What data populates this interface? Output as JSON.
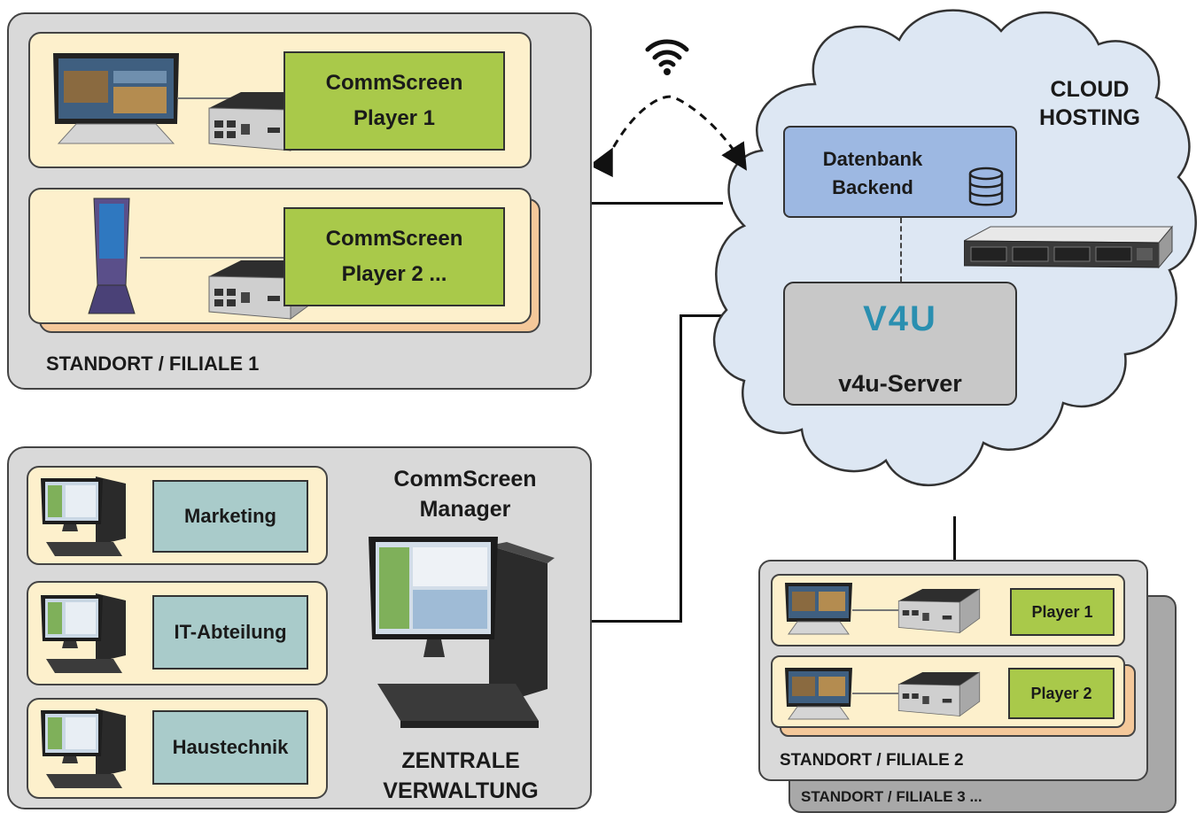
{
  "site1": {
    "label": "STANDORT / FILIALE 1",
    "player1": "CommScreen\nPlayer 1",
    "player2": "CommScreen\nPlayer 2 ..."
  },
  "central": {
    "manager_title": "CommScreen\nManager",
    "label": "ZENTRALE\nVERWALTUNG",
    "departments": [
      "Marketing",
      "IT-Abteilung",
      "Haustechnik"
    ]
  },
  "cloud": {
    "label": "CLOUD\nHOSTING",
    "database": "Datenbank\nBackend",
    "logo": "V4U",
    "server": "v4u-Server"
  },
  "site2": {
    "label": "STANDORT / FILIALE 2",
    "player1": "Player 1",
    "player2": "Player 2"
  },
  "site3": {
    "label": "STANDORT / FILIALE 3 ..."
  },
  "colors": {
    "panel": "#d9d9d9",
    "card": "#fdf0cc",
    "card_shadow": "#f4c89a",
    "player_green": "#a9c94a",
    "department_teal": "#a9cbca",
    "cloud_fill": "#dde7f3",
    "database_blue": "#9db8e2",
    "logo_teal": "#2a8fb0"
  },
  "icons": [
    "wifi-icon",
    "database-icon",
    "monitor-icon",
    "media-box-icon",
    "kiosk-icon",
    "desktop-pc-icon",
    "rack-server-icon"
  ]
}
